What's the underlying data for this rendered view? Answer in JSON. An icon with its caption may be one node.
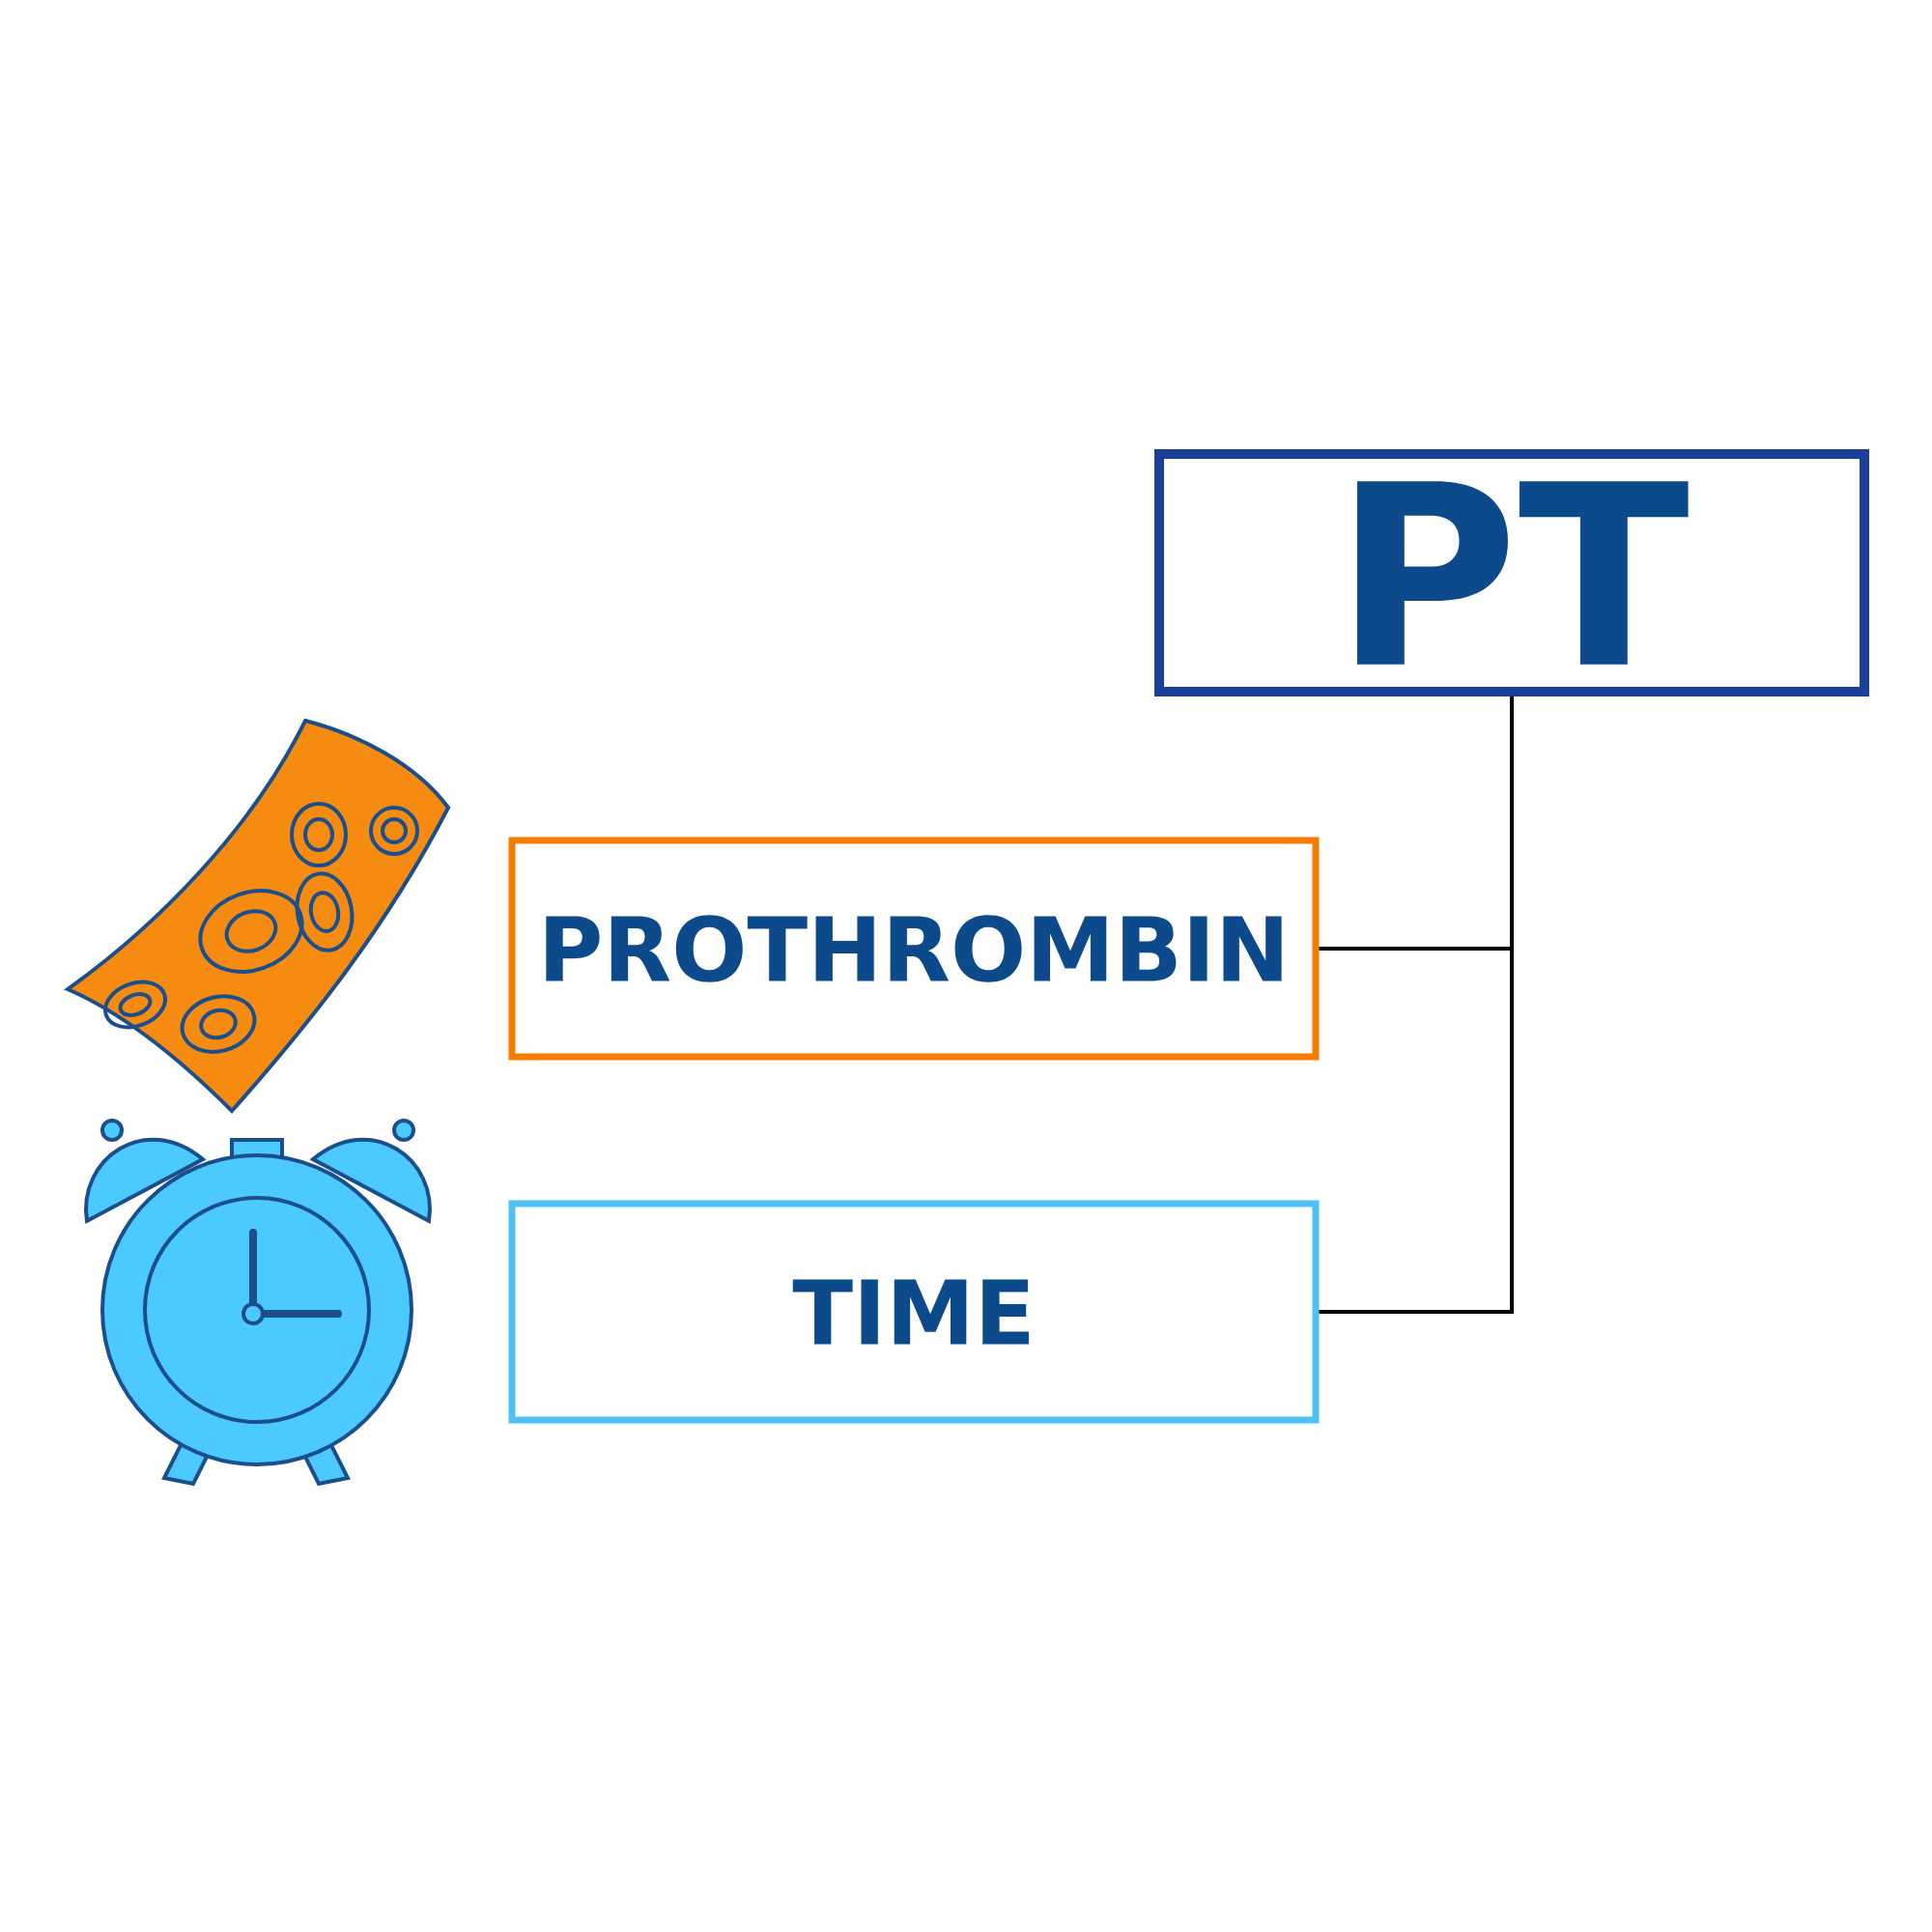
{
  "diagram": {
    "nodes": [
      {
        "text": [
          "PT"
        ]
      },
      {
        "text": [
          "PROTHROMBIN"
        ]
      },
      {
        "text": [
          "TIME"
        ]
      }
    ],
    "edges": [
      {
        "from": 0,
        "to": 1,
        "arrow": "none"
      },
      {
        "from": 0,
        "to": 2,
        "arrow": "none"
      }
    ]
  }
}
